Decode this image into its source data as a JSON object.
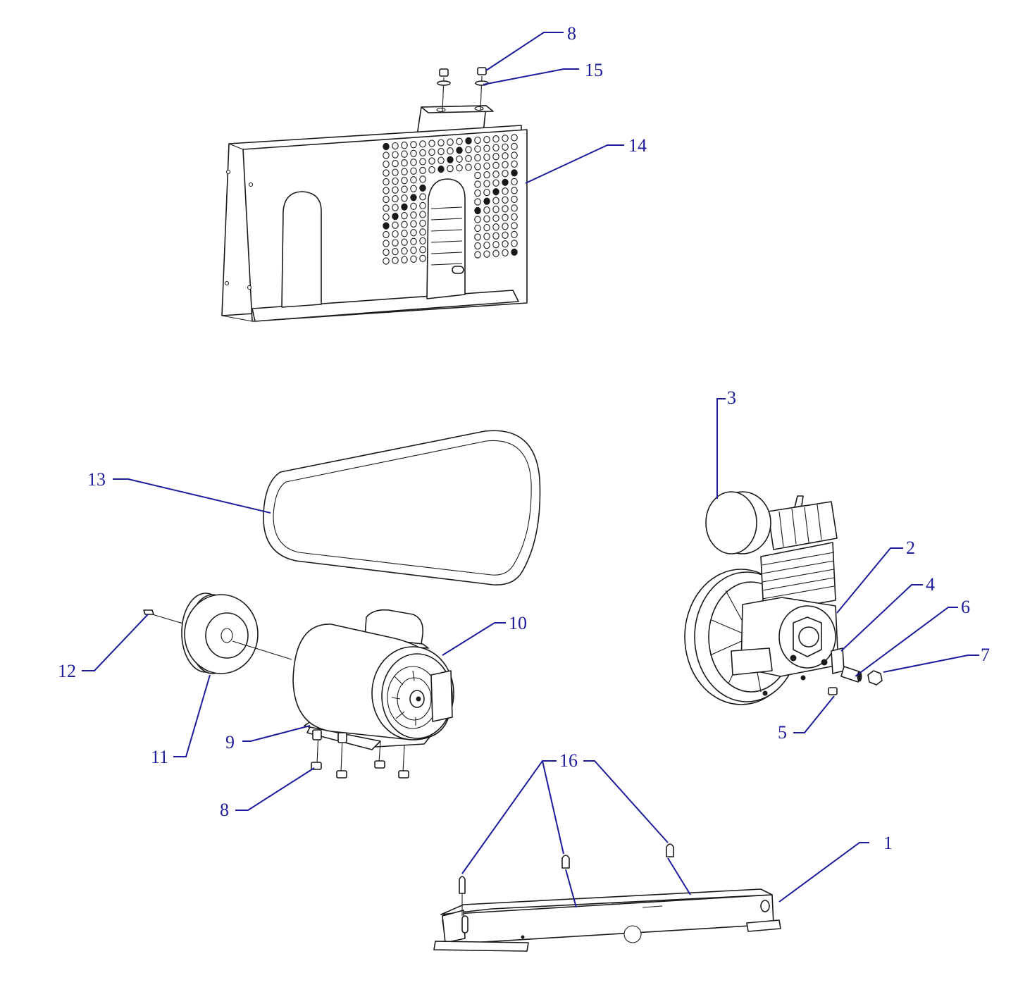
{
  "colors": {
    "line": "#1a1a1a",
    "callout": "#1c1c9c",
    "background": "#ffffff"
  },
  "callouts": {
    "c1": "1",
    "c2": "2",
    "c3": "3",
    "c4": "4",
    "c5": "5",
    "c6": "6",
    "c7": "7",
    "c8_top": "8",
    "c8_bottom": "8",
    "c9": "9",
    "c10": "10",
    "c11": "11",
    "c12": "12",
    "c13": "13",
    "c14": "14",
    "c15": "15",
    "c16": "16"
  }
}
